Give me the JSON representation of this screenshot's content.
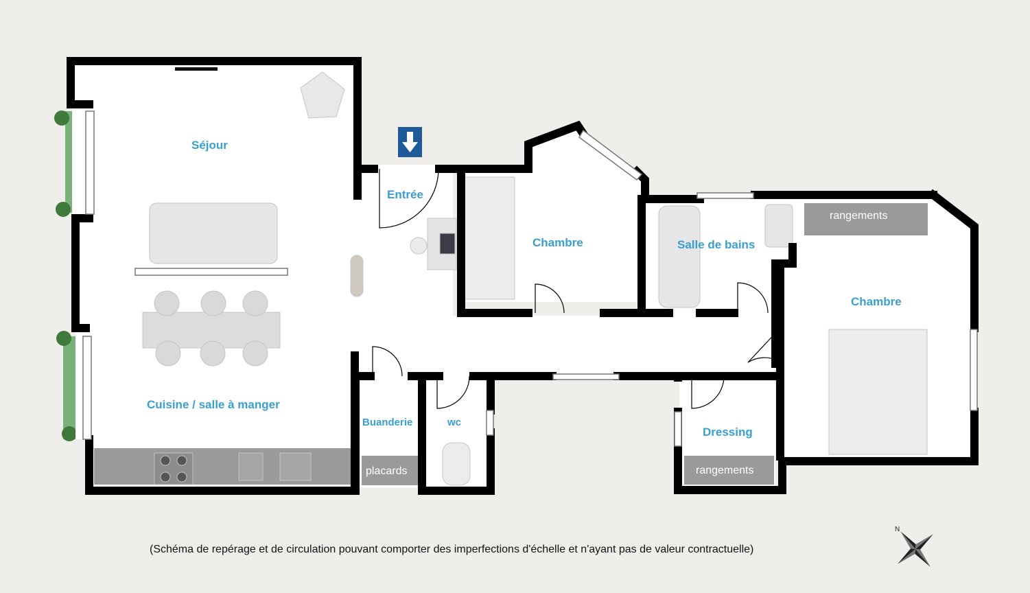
{
  "rooms": {
    "sejour": "Séjour",
    "entree": "Entrée",
    "chambre_1": "Chambre",
    "salle_de_bains": "Salle de bains",
    "chambre_2": "Chambre",
    "cuisine": "Cuisine / salle à manger",
    "buanderie": "Buanderie",
    "wc": "wc",
    "dressing": "Dressing"
  },
  "storage": {
    "rangements_1": "rangements",
    "rangements_2": "rangements",
    "placards": "placards"
  },
  "disclaimer": "(Schéma de repérage et de circulation  pouvant comporter des imperfections d'échelle et n'ayant pas de valeur contractuelle)",
  "compass_letter": "N",
  "colors": {
    "wall": "#000000",
    "floor": "#ffffff",
    "background": "#efeeeb",
    "label": "#3a9fd0",
    "storage": "#9a9a9a",
    "balcony": "#7ab17a",
    "entry_marker": "#1e5a9a"
  }
}
